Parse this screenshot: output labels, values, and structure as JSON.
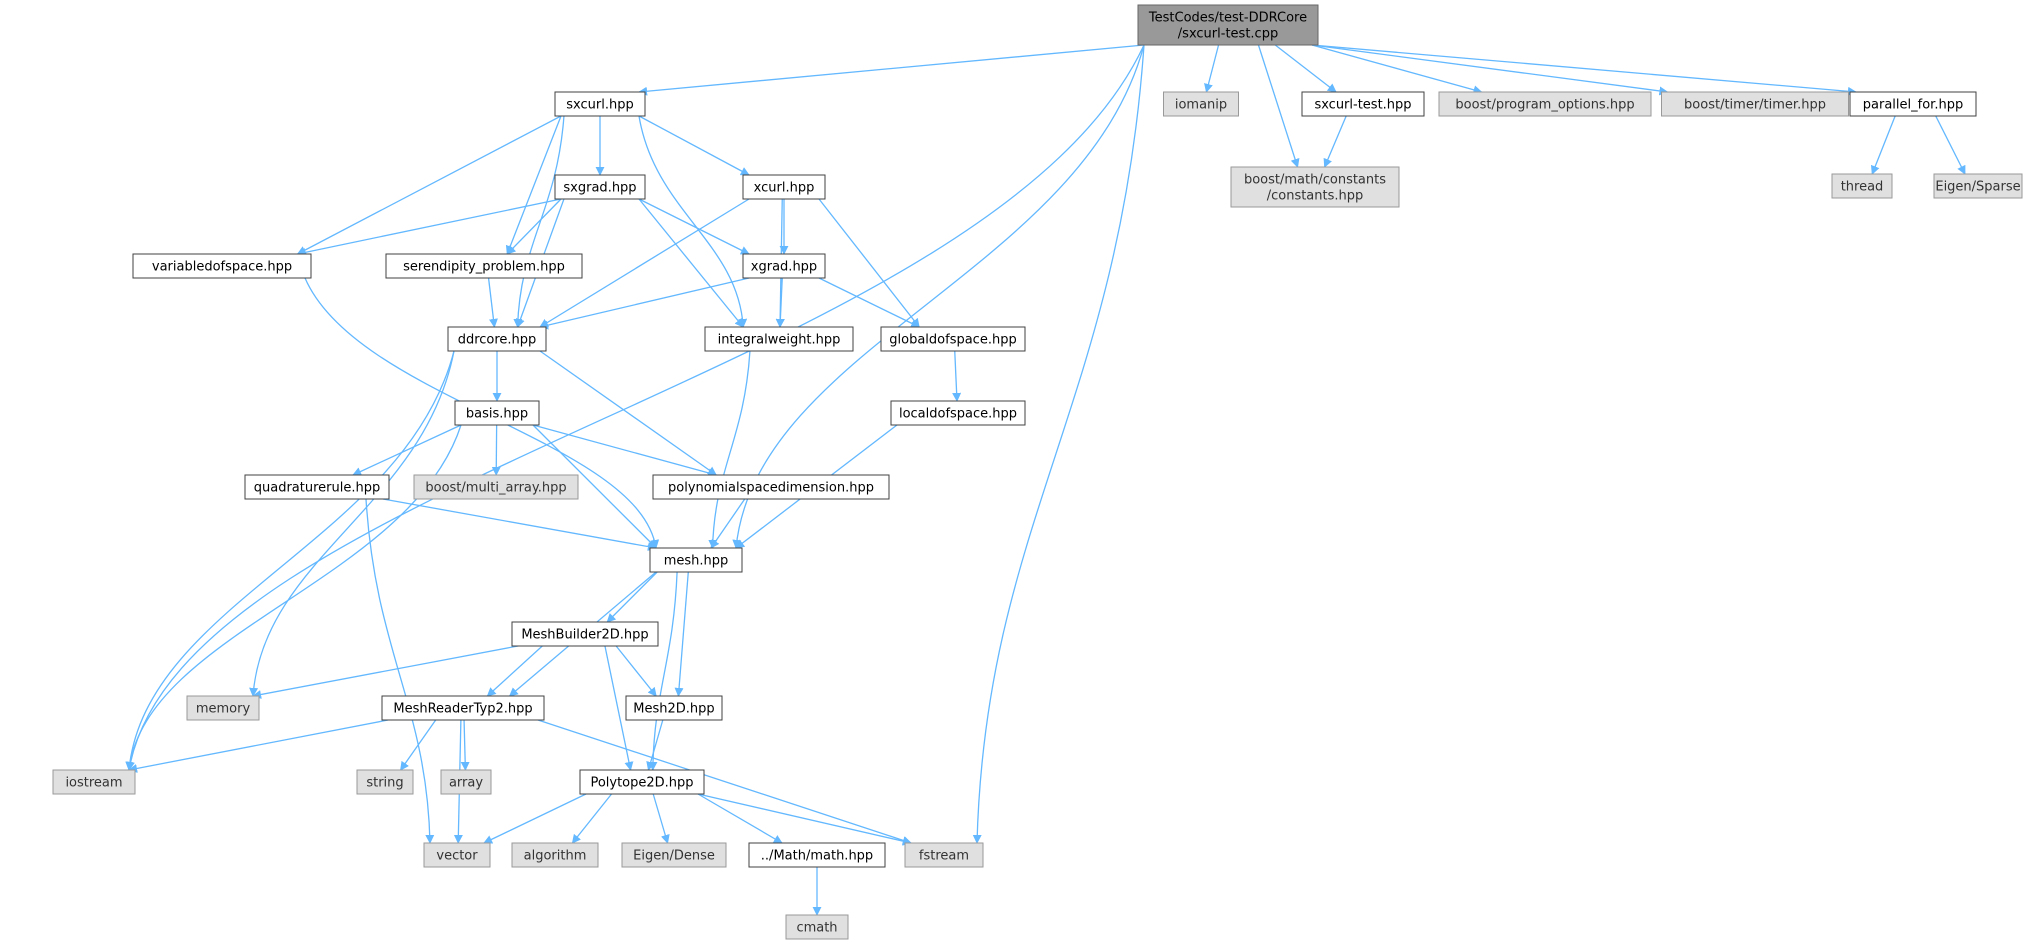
{
  "diagram": {
    "type": "include-dependency-graph",
    "root": "root",
    "colors": {
      "edge": "#63b8ff",
      "root_fill": "#999999",
      "external_fill": "#e0e0e0",
      "document_fill": "#ffffff",
      "document_border": "#404040"
    },
    "nodes": [
      {
        "id": "root",
        "kind": "root",
        "lines": [
          "TestCodes/test-DDRCore",
          "/sxcurl-test.cpp"
        ]
      },
      {
        "id": "sxcurl",
        "kind": "doc",
        "lines": [
          "sxcurl.hpp"
        ]
      },
      {
        "id": "iomanip",
        "kind": "ext",
        "lines": [
          "iomanip"
        ]
      },
      {
        "id": "sxcurltest",
        "kind": "doc",
        "lines": [
          "sxcurl-test.hpp"
        ]
      },
      {
        "id": "progopts",
        "kind": "ext",
        "lines": [
          "boost/program_options.hpp"
        ]
      },
      {
        "id": "timer",
        "kind": "ext",
        "lines": [
          "boost/timer/timer.hpp"
        ]
      },
      {
        "id": "parfor",
        "kind": "doc",
        "lines": [
          "parallel_for.hpp"
        ]
      },
      {
        "id": "constants",
        "kind": "ext",
        "lines": [
          "boost/math/constants",
          "/constants.hpp"
        ]
      },
      {
        "id": "thread",
        "kind": "ext",
        "lines": [
          "thread"
        ]
      },
      {
        "id": "eigensparse",
        "kind": "ext",
        "lines": [
          "Eigen/Sparse"
        ]
      },
      {
        "id": "sxgrad",
        "kind": "doc",
        "lines": [
          "sxgrad.hpp"
        ]
      },
      {
        "id": "xcurl",
        "kind": "doc",
        "lines": [
          "xcurl.hpp"
        ]
      },
      {
        "id": "vardof",
        "kind": "doc",
        "lines": [
          "variabledofspace.hpp"
        ]
      },
      {
        "id": "serend",
        "kind": "doc",
        "lines": [
          "serendipity_problem.hpp"
        ]
      },
      {
        "id": "xgrad",
        "kind": "doc",
        "lines": [
          "xgrad.hpp"
        ]
      },
      {
        "id": "ddrcore",
        "kind": "doc",
        "lines": [
          "ddrcore.hpp"
        ]
      },
      {
        "id": "intweight",
        "kind": "doc",
        "lines": [
          "integralweight.hpp"
        ]
      },
      {
        "id": "globaldof",
        "kind": "doc",
        "lines": [
          "globaldofspace.hpp"
        ]
      },
      {
        "id": "basis",
        "kind": "doc",
        "lines": [
          "basis.hpp"
        ]
      },
      {
        "id": "localdof",
        "kind": "doc",
        "lines": [
          "localdofspace.hpp"
        ]
      },
      {
        "id": "quadrule",
        "kind": "doc",
        "lines": [
          "quadraturerule.hpp"
        ]
      },
      {
        "id": "multiarray",
        "kind": "ext",
        "lines": [
          "boost/multi_array.hpp"
        ]
      },
      {
        "id": "polydim",
        "kind": "doc",
        "lines": [
          "polynomialspacedimension.hpp"
        ]
      },
      {
        "id": "mesh",
        "kind": "doc",
        "lines": [
          "mesh.hpp"
        ]
      },
      {
        "id": "meshbuilder",
        "kind": "doc",
        "lines": [
          "MeshBuilder2D.hpp"
        ]
      },
      {
        "id": "memory",
        "kind": "ext",
        "lines": [
          "memory"
        ]
      },
      {
        "id": "meshreader",
        "kind": "doc",
        "lines": [
          "MeshReaderTyp2.hpp"
        ]
      },
      {
        "id": "mesh2d",
        "kind": "doc",
        "lines": [
          "Mesh2D.hpp"
        ]
      },
      {
        "id": "iostream",
        "kind": "ext",
        "lines": [
          "iostream"
        ]
      },
      {
        "id": "string",
        "kind": "ext",
        "lines": [
          "string"
        ]
      },
      {
        "id": "array",
        "kind": "ext",
        "lines": [
          "array"
        ]
      },
      {
        "id": "polytope",
        "kind": "doc",
        "lines": [
          "Polytope2D.hpp"
        ]
      },
      {
        "id": "vector",
        "kind": "ext",
        "lines": [
          "vector"
        ]
      },
      {
        "id": "algorithm",
        "kind": "ext",
        "lines": [
          "algorithm"
        ]
      },
      {
        "id": "eigendense",
        "kind": "ext",
        "lines": [
          "Eigen/Dense"
        ]
      },
      {
        "id": "mathhpp",
        "kind": "doc",
        "lines": [
          "../Math/math.hpp"
        ]
      },
      {
        "id": "fstream",
        "kind": "ext",
        "lines": [
          "fstream"
        ]
      },
      {
        "id": "cmath",
        "kind": "ext",
        "lines": [
          "cmath"
        ]
      }
    ],
    "edges": [
      [
        "root",
        "iostream"
      ],
      [
        "root",
        "sxcurl"
      ],
      [
        "root",
        "mesh"
      ],
      [
        "root",
        "fstream"
      ],
      [
        "root",
        "iomanip"
      ],
      [
        "root",
        "constants"
      ],
      [
        "root",
        "sxcurltest"
      ],
      [
        "root",
        "progopts"
      ],
      [
        "root",
        "timer"
      ],
      [
        "root",
        "parfor"
      ],
      [
        "sxcurltest",
        "constants"
      ],
      [
        "parfor",
        "thread"
      ],
      [
        "parfor",
        "eigensparse"
      ],
      [
        "sxcurl",
        "vardof"
      ],
      [
        "sxcurl",
        "ddrcore"
      ],
      [
        "sxcurl",
        "serend"
      ],
      [
        "sxcurl",
        "sxgrad"
      ],
      [
        "sxcurl",
        "xcurl"
      ],
      [
        "sxcurl",
        "intweight"
      ],
      [
        "sxgrad",
        "vardof"
      ],
      [
        "sxgrad",
        "serend"
      ],
      [
        "sxgrad",
        "ddrcore"
      ],
      [
        "sxgrad",
        "xgrad"
      ],
      [
        "sxgrad",
        "intweight"
      ],
      [
        "xcurl",
        "ddrcore"
      ],
      [
        "xcurl",
        "xgrad"
      ],
      [
        "xcurl",
        "intweight"
      ],
      [
        "xcurl",
        "globaldof"
      ],
      [
        "xgrad",
        "ddrcore"
      ],
      [
        "xgrad",
        "intweight"
      ],
      [
        "xgrad",
        "globaldof"
      ],
      [
        "vardof",
        "mesh"
      ],
      [
        "serend",
        "ddrcore"
      ],
      [
        "ddrcore",
        "iostream"
      ],
      [
        "ddrcore",
        "memory"
      ],
      [
        "ddrcore",
        "basis"
      ],
      [
        "ddrcore",
        "polydim"
      ],
      [
        "intweight",
        "mesh"
      ],
      [
        "globaldof",
        "localdof"
      ],
      [
        "localdof",
        "mesh"
      ],
      [
        "basis",
        "iostream"
      ],
      [
        "basis",
        "quadrule"
      ],
      [
        "basis",
        "multiarray"
      ],
      [
        "basis",
        "polydim"
      ],
      [
        "basis",
        "mesh"
      ],
      [
        "quadrule",
        "vector"
      ],
      [
        "quadrule",
        "mesh"
      ],
      [
        "polydim",
        "mesh"
      ],
      [
        "mesh",
        "meshreader"
      ],
      [
        "mesh",
        "meshbuilder"
      ],
      [
        "mesh",
        "mesh2d"
      ],
      [
        "mesh",
        "polytope"
      ],
      [
        "meshbuilder",
        "memory"
      ],
      [
        "meshbuilder",
        "meshreader"
      ],
      [
        "meshbuilder",
        "mesh2d"
      ],
      [
        "meshbuilder",
        "polytope"
      ],
      [
        "meshreader",
        "iostream"
      ],
      [
        "meshreader",
        "string"
      ],
      [
        "meshreader",
        "array"
      ],
      [
        "meshreader",
        "vector"
      ],
      [
        "meshreader",
        "fstream"
      ],
      [
        "mesh2d",
        "polytope"
      ],
      [
        "polytope",
        "vector"
      ],
      [
        "polytope",
        "algorithm"
      ],
      [
        "polytope",
        "eigendense"
      ],
      [
        "polytope",
        "mathhpp"
      ],
      [
        "polytope",
        "fstream"
      ],
      [
        "mathhpp",
        "cmath"
      ]
    ]
  }
}
